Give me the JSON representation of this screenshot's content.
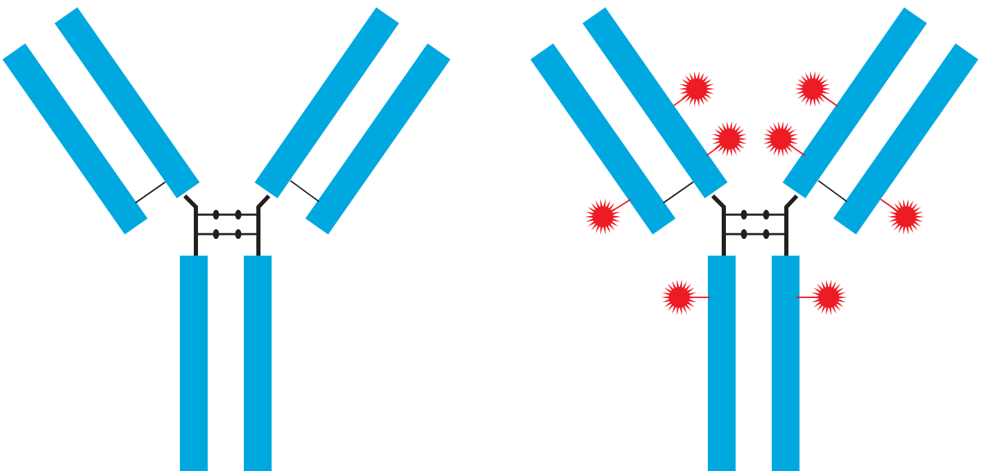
{
  "diagram": {
    "antibodies": [
      {
        "name": "unlabeled-antibody",
        "labels": 0
      },
      {
        "name": "fluorophore-labeled-antibody",
        "labels": 8
      }
    ],
    "colors": {
      "chain": "#00a8e0",
      "hinge": "#231f20",
      "label": "#ed1c24"
    },
    "icons": {
      "label": "starburst-icon",
      "disulfide": "disulfide-bond-icon"
    }
  }
}
